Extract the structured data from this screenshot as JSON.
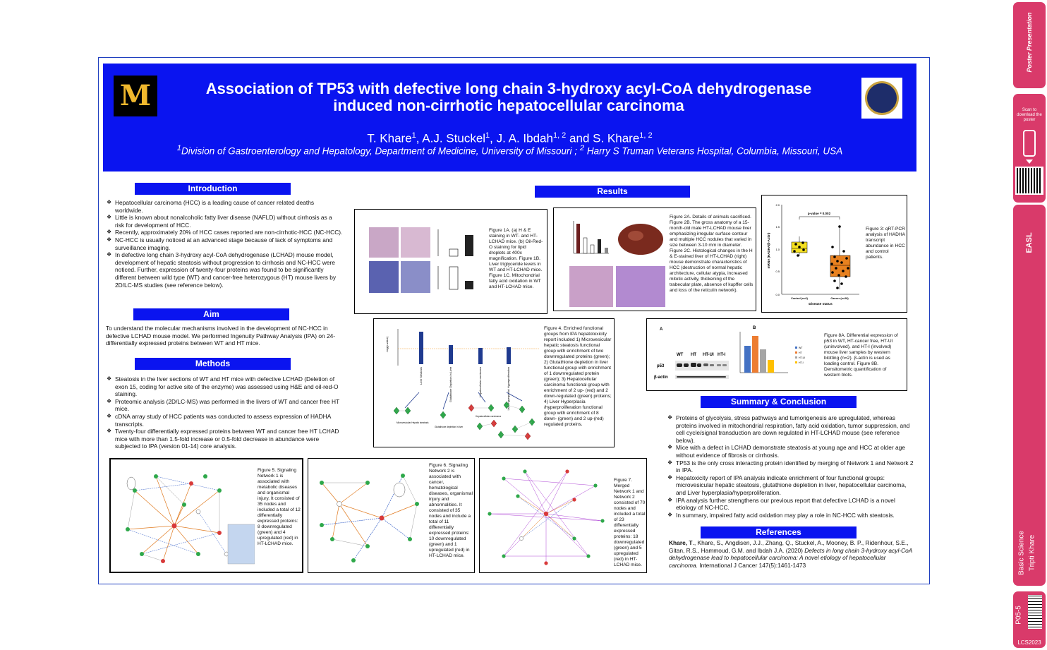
{
  "header": {
    "title_line1": "Association of TP53 with defective long chain 3-hydroxy acyl-CoA dehydrogenase",
    "title_line2": "induced non-cirrhotic hepatocellular carcinoma",
    "authors": {
      "a1": "T. Khare",
      "a1_sup": "1",
      "a2": ", A.J. Stuckel",
      "a2_sup": "1",
      "a3": ", J. A. Ibdah",
      "a3_sup": "1, 2",
      "a4": " and S. Khare",
      "a4_sup": "1, 2"
    },
    "affil_sup1": "1",
    "affil_text1": "Division of Gastroenterology and Hepatology, Department of Medicine, University of Missouri ; ",
    "affil_sup2": "2",
    "affil_text2": " Harry S Truman Veterans Hospital, Columbia, Missouri, USA"
  },
  "sections": {
    "introduction": "Introduction",
    "aim": "Aim",
    "methods": "Methods",
    "results": "Results",
    "summary": "Summary & Conclusion",
    "references": "References"
  },
  "introduction_items": [
    "Hepatocellular carcinoma (HCC) is a leading cause of cancer related deaths worldwide.",
    "Little is known about nonalcoholic fatty liver disease (NAFLD) without cirrhosis as a risk for development of HCC.",
    "Recently, approximately 20% of HCC cases reported are non-cirrhotic-HCC (NC-HCC).",
    "NC-HCC is usually noticed at an advanced stage because of lack of symptoms and surveillance imaging.",
    "In defective long chain 3-hydroxy acyl-CoA dehydrogenase (LCHAD) mouse model, development of hepatic steatosis without progression to cirrhosis and NC-HCC were noticed. Further, expression of twenty-four proteins was found to be significantly different between wild type (WT) and cancer-free heterozygous (HT) mouse livers by 2D/LC-MS studies (see reference below)."
  ],
  "aim_text": "To understand the molecular mechanisms involved in the development of NC-HCC in defective LCHAD mouse model. We performed Ingenuity Pathway Analysis (IPA) on 24-differentially expressed proteins between WT and HT mice.",
  "methods_items": [
    "Steatosis in the liver sections of WT and HT mice with defective LCHAD (Deletion of exon 15, coding for active site of the enzyme) was assessed using H&E and oil-red-O staining.",
    "Proteomic analysis (2D/LC-MS) was performed in the livers of WT and cancer free HT mice.",
    "cDNA array study of HCC patients was conducted to assess expression of HADHA transcripts.",
    "Twenty-four differentially expressed proteins between WT and cancer free HT LCHAD mice with more than 1.5-fold increase or 0.5-fold decrease in abundance were subjected to IPA (version 01-14) core analysis."
  ],
  "figures": {
    "fig1": "Figure 1A. (a) H & E staining in WT- and HT-LCHAD mice. (b) Oil-Red-O staining for lipid droplets at 400x magnification. Figure 1B. Liver triglyceride levels in WT and HT-LCHAD mice. Figure 1C. Mitochondrial fatty acid oxidation in WT and HT-LCHAD mice.",
    "fig2": "Figure 2A. Details of animals sacrificed. Figure 2B. The gross anatomy of a 15-month-old male HT-LCHAD mouse liver emphasizing irregular surface contour and multiple HCC nodules that varied in size between 3-10 mm in diameter. Figure 2C. Histological changes in the H & E-stained liver of HT-LCHAD (right) mouse demonstrate characteristics of HCC (destruction of normal hepatic architecture, cellular atypia, increased mitotic activity, thickening of the trabecular plate, absence of kupffer cells and loss of the reticulin network).",
    "fig3": "Figure 3: qRT-PCR analysis of HADHA transcript abundance in HCC and control patients.",
    "fig4": "Figure 4. Enriched functional groups from IPA hepatotoxicity report included 1) Microvesicular hepatic steatosis functional group with enrichment of two downregulated proteins (green); 2) Glutathione depletion in liver functional group with enrichment of 1 downregulated protein (green); 3) Hepatocellular carcinoma functional group with enrichment of 2 up- (red) and 2 down-regulated (green) proteins; 4) Liver Hyperplasia /hyperproliferation functional group with enrichment of 8 down- (green) and 2 up-(red) regulated proteins.",
    "fig5": "Figure 5. Signaling Network 1 is associated with metabolic diseases and organismal injury. It consisted of 35 nodes and included a total of 12 differentially expressed proteins: 8 downregulated (green) and 4 upregulated (red) in HT-LCHAD mice.",
    "fig6": "Figure 6. Signaling Network 2 is associated with cancer, hematological diseases, organismal injury and abnormalities. It consisted of 35 nodes and include a total of 11 differentially expressed proteins: 10 downregulated (green) and 1 upregulated (red) in HT-LCHAD mice.",
    "fig7": "Figure 7. Merged Network 1 and Network 2 consisted of 70 nodes and included a total of 23 differentially expressed proteins: 18 downregulated (green) and 5 upregulated (red) in HT-LCHAD mice.",
    "fig8": "Figure 8A. Differential expression of p53 in WT, HT-cancer free, HT-UI (uninvolved), and HT-I (involved) mouse liver samples by western blotting (n=2). β-actin is used as loading control. Figure 8B. Densitometric quantification of western blots."
  },
  "fig3_labels": {
    "pvalue": "p-value = 0.002",
    "ylabel": "mRNA (HADHA/β-Actin)",
    "xlabel": "Disease status",
    "cat1": "Control (n=6)",
    "cat2": "Cancer (n=28)",
    "yticks": [
      "2.0",
      "1.5",
      "1.0",
      "0.5",
      "0.0"
    ]
  },
  "fig4_labels": {
    "ylabel": "-log(p-value)",
    "bars": [
      "Liver Steatosis",
      "Glutathione Depletion In Liver",
      "Hepatocellular carcinoma",
      "Liver Hyperplasia/ Hyperproliferation"
    ],
    "sub1": "Microvesicular Hepatic steatosis",
    "sub2": "Glutathione depletion in liver",
    "sub3": "Hepatocellular carcinoma"
  },
  "fig8_labels": {
    "A": "A",
    "B": "B",
    "lanes": [
      "WT",
      "HT",
      "HT-UI",
      "HT-I"
    ],
    "p53": "p53",
    "actin": "β-actin",
    "legend": [
      "WT",
      "HT",
      "HT-UI",
      "HT-I"
    ],
    "colors": [
      "#4472c4",
      "#ed7d31",
      "#a5a5a5",
      "#ffc000"
    ]
  },
  "summary_items": [
    "Proteins of glycolysis, stress pathways and tumorigenesis are upregulated, whereas proteins involved in mitochondrial respiration, fatty acid oxidation, tumor suppression, and cell cycle/signal transduction are down regulated in HT-LCHAD mouse (see reference below).",
    "Mice with a defect in LCHAD demonstrate steatosis at young age and HCC at older age without evidence of fibrosis or cirrhosis.",
    "TP53 is the only cross interacting protein identified by merging of Network 1 and Network 2 in IPA.",
    "Hepatoxicity report of IPA analysis indicate enrichment of four functional groups: microvesicular hepatic steatosis, glutathione depletion in liver, hepatocellular carcinoma, and Liver hyperplasia/hyperproliferation.",
    "IPA analysis further strengthens our previous report that defective LCHAD is a novel etiology of NC-HCC.",
    "In summary, impaired fatty acid oxidation may play a role in NC-HCC with steatosis."
  ],
  "reference": {
    "lead": "Khare, T",
    "authors": "., Khare, S., Angdisen, J.J., Zhang, Q., Stuckel, A., Mooney, B. P., Ridenhour, S.E., Gitan, R.S., Hammoud, G.M. and Ibdah J.A. (2020) ",
    "title": "Defects in long chain 3-hydroxy acyl-CoA dehydrogenase lead to hepatocellular carcinoma: A novel etiology of hepatocellular carcinoma.",
    "journal": " International J Cancer 147(5):1461-1473"
  },
  "sidebar": {
    "brand": "Poster Presentation",
    "scan": "Scan to download the poster",
    "congress": "EASL",
    "category": "Basic Science",
    "presenter": "Tripti Khare",
    "code": "P05-5",
    "event": "LCS2023"
  },
  "colors": {
    "banner": "#0a14f0",
    "strip": "#d93a6a",
    "mu_gold": "#f1b82d"
  }
}
